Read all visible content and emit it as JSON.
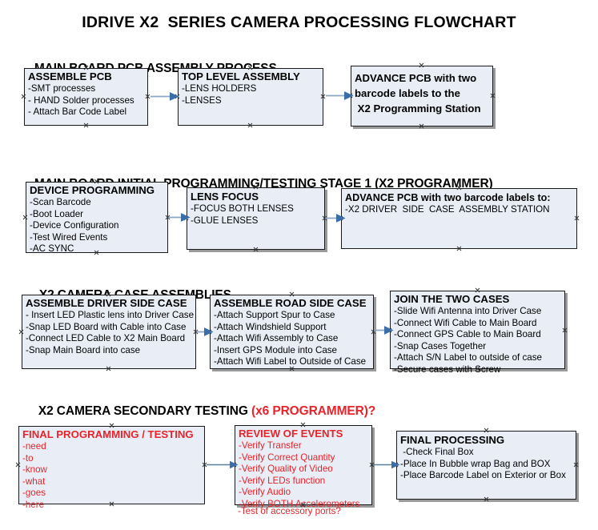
{
  "document": {
    "title": "IDRIVE X2  SERIES CAMERA PROCESSING FLOWCHART",
    "accent_red": "#e8232a",
    "box_fill": "#e9eef6",
    "box_border": "#1a1a1a",
    "arrow_color": "#7d9bbd"
  },
  "sections": [
    {
      "heading": "MAIN BOARD PCB ASSEMBLY PROCESS",
      "heading_highlight": "",
      "boxes": [
        {
          "title": "ASSEMBLE PCB",
          "lines": [
            "-SMT processes",
            "- HAND Solder processes",
            "- Attach Bar Code Label"
          ]
        },
        {
          "title": "TOP LEVEL ASSEMBLY",
          "lines": [
            "-LENS HOLDERS",
            "-LENSES"
          ]
        },
        {
          "title": "",
          "head_lines": [
            "ADVANCE PCB with two",
            "barcode labels to the",
            " X2 Programming Station"
          ],
          "lines": []
        }
      ]
    },
    {
      "heading": "MAIN BOARD INITIAL PROGRAMMING/TESTING STAGE 1 (X2 PROGRAMMER)",
      "heading_highlight": "",
      "boxes": [
        {
          "title": "DEVICE PROGRAMMING",
          "lines": [
            "-Scan Barcode",
            "-Boot Loader",
            "-Device Configuration",
            "-Test Wired Events",
            "-AC SYNC"
          ]
        },
        {
          "title": "LENS FOCUS",
          "lines": [
            "-FOCUS BOTH LENSES",
            "-GLUE LENSES"
          ]
        },
        {
          "title": "ADVANCE PCB with two barcode labels to:",
          "lines": [
            "-X2 DRIVER  SIDE  CASE  ASSEMBLY STATION"
          ]
        }
      ]
    },
    {
      "heading": "X2 CAMERA CASE ASSEMBLIES",
      "heading_highlight": "",
      "boxes": [
        {
          "title": "ASSEMBLE DRIVER SIDE CASE",
          "lines": [
            "- Insert LED Plastic lens into Driver Case",
            "-Snap LED Board with Cable into Case",
            "-Connect LED Cable to X2 Main Board",
            "-Snap Main Board into case"
          ]
        },
        {
          "title": "ASSEMBLE ROAD SIDE CASE",
          "lines": [
            "-Attach Support Spur to Case",
            "-Attach Windshield Support",
            "-Attach Wifi Assembly to Case",
            "-Insert GPS Module into Case",
            "-Attach Wifi Label to Outside of Case"
          ]
        },
        {
          "title": "JOIN THE TWO CASES",
          "lines": [
            "-Slide Wifi Antenna into Driver Case",
            "-Connect Wifi Cable to Main Board",
            "-Connect GPS Cable to Main Board",
            "-Snap Cases Together",
            "-Attach S/N Label to outside of case",
            "-Secure cases with Screw"
          ]
        }
      ]
    },
    {
      "heading": "X2 CAMERA SECONDARY TESTING ",
      "heading_highlight": "(x6 PROGRAMMER)?",
      "boxes": [
        {
          "title": "FINAL PROGRAMMING / TESTING",
          "lines": [
            "-need",
            "-to",
            "-know",
            "-what",
            "-goes",
            "-here"
          ]
        },
        {
          "title": "REVIEW OF EVENTS",
          "lines": [
            "-Verify Transfer",
            "-Verify Correct Quantity",
            "-Verify Quality of Video",
            "-Verify LEDs function",
            "-Verify Audio",
            "-Verify BOTH Accelerometers"
          ],
          "overflow_line": "-Test of accessory ports?"
        },
        {
          "title": "FINAL PROCESSING",
          "lines": [
            " -Check Final Box",
            "-Place In Bubble wrap Bag and BOX",
            "-Place Barcode Label on Exterior or Box"
          ]
        }
      ]
    }
  ]
}
